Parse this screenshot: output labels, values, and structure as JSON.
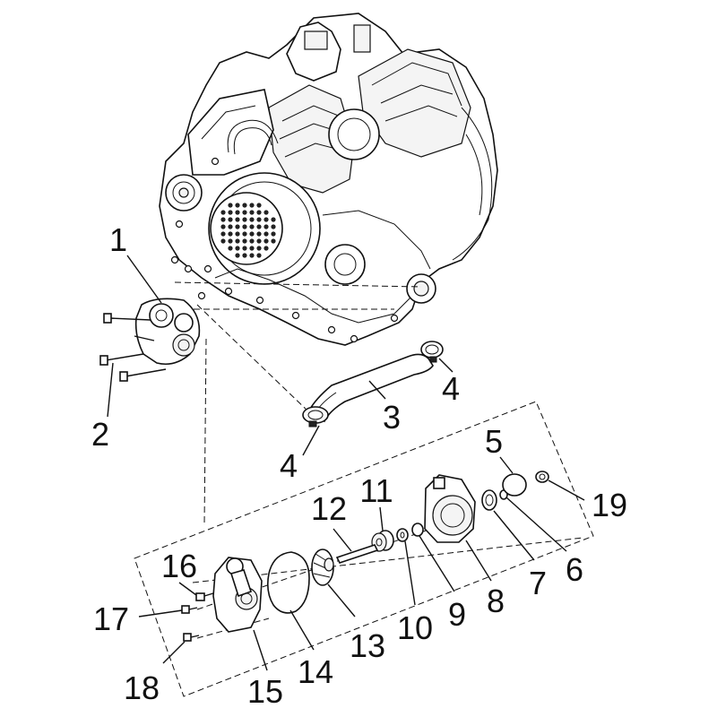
{
  "diagram": {
    "callouts": [
      {
        "id": "c1",
        "label": "1"
      },
      {
        "id": "c2",
        "label": "2"
      },
      {
        "id": "c3",
        "label": "3"
      },
      {
        "id": "c4a",
        "label": "4"
      },
      {
        "id": "c4b",
        "label": "4"
      },
      {
        "id": "c5",
        "label": "5"
      },
      {
        "id": "c6",
        "label": "6"
      },
      {
        "id": "c7",
        "label": "7"
      },
      {
        "id": "c8",
        "label": "8"
      },
      {
        "id": "c9",
        "label": "9"
      },
      {
        "id": "c10",
        "label": "10"
      },
      {
        "id": "c11",
        "label": "11"
      },
      {
        "id": "c12",
        "label": "12"
      },
      {
        "id": "c13",
        "label": "13"
      },
      {
        "id": "c14",
        "label": "14"
      },
      {
        "id": "c15",
        "label": "15"
      },
      {
        "id": "c16",
        "label": "16"
      },
      {
        "id": "c17",
        "label": "17"
      },
      {
        "id": "c18",
        "label": "18"
      },
      {
        "id": "c19",
        "label": "19"
      }
    ]
  }
}
